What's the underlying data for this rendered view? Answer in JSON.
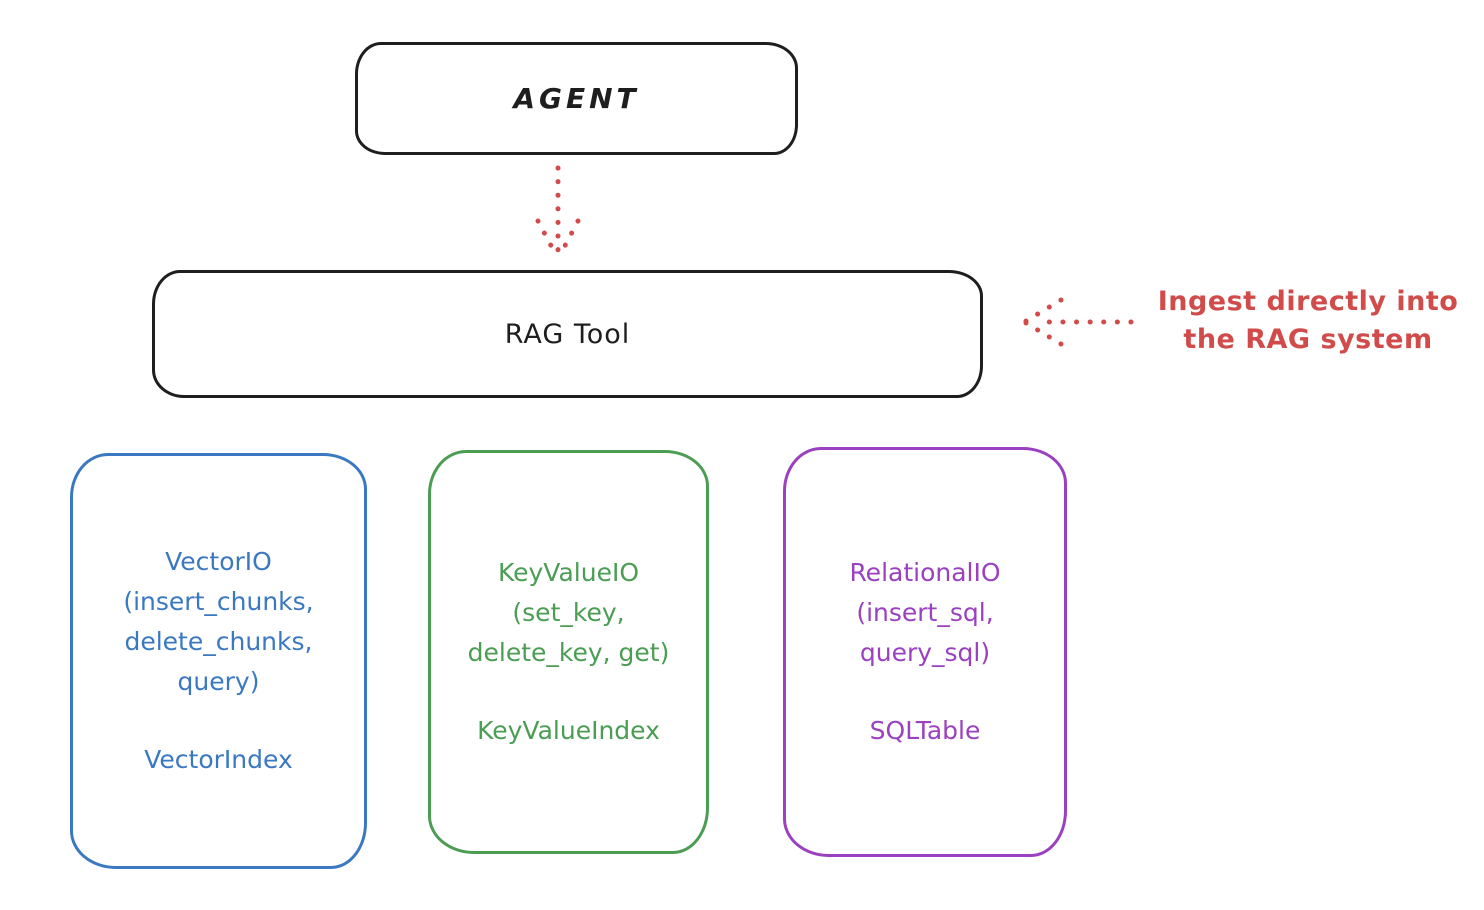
{
  "diagram": {
    "background": "#ffffff",
    "stroke_black": "#1e1e1e",
    "agent_box": {
      "label": "AGENT"
    },
    "rag_tool_box": {
      "label": "RAG Tool"
    },
    "annotation": {
      "lines": [
        "Ingest directly into",
        "the RAG system"
      ],
      "color": "#d14b4b"
    },
    "arrows": [
      {
        "name": "agent-to-rag-tool",
        "style": "dotted",
        "color": "#d14b4b",
        "direction": "down"
      },
      {
        "name": "annotation-to-rag-tool",
        "style": "dotted",
        "color": "#d14b4b",
        "direction": "left"
      }
    ],
    "storage_boxes": [
      {
        "id": "vector-io",
        "color": "#3a78c2",
        "lines": [
          "VectorIO",
          "(insert_chunks,",
          "delete_chunks,",
          "query)"
        ],
        "index_label": "VectorIndex"
      },
      {
        "id": "keyvalue-io",
        "color": "#4a9d52",
        "lines": [
          "KeyValueIO",
          "(set_key,",
          "delete_key, get)"
        ],
        "index_label": "KeyValueIndex"
      },
      {
        "id": "relational-io",
        "color": "#9a40c0",
        "lines": [
          "RelationalIO",
          "(insert_sql,",
          "query_sql)"
        ],
        "index_label": "SQLTable"
      }
    ]
  }
}
